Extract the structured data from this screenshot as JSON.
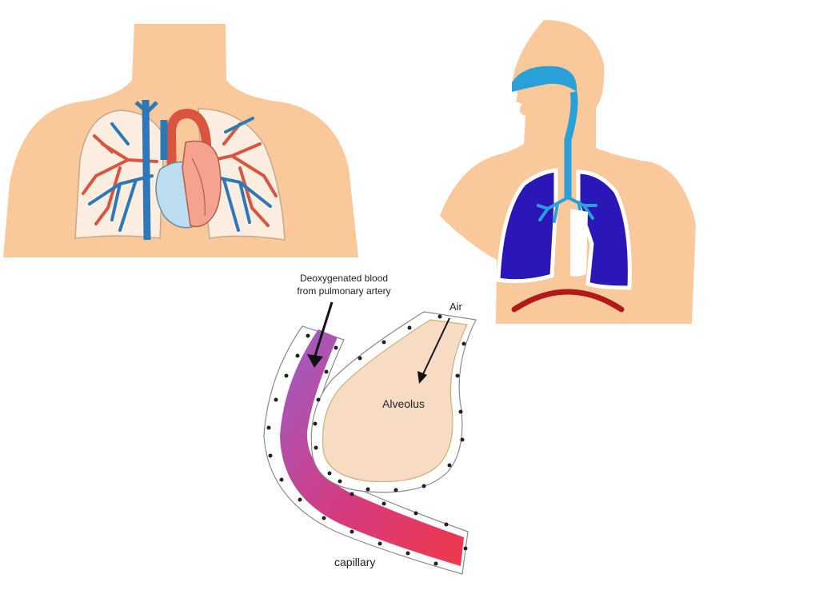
{
  "colors": {
    "skin": "#f9c89b",
    "vein_blue": "#2f78b8",
    "artery_red": "#d9553f",
    "heart_pink": "#f4a38e",
    "heart_blue": "#bcdcf0",
    "lung_bg": "#fbeee1",
    "lung_navy": "#2b16b8",
    "airway_cyan": "#2aa0d8",
    "diaphragm_red": "#b21a1a",
    "alveolus_fill": "#f7dcc3",
    "capillary_purple": "#9b5fc8",
    "capillary_red": "#f0384a"
  },
  "alveolus_diagram": {
    "blood_label_line1": "Deoxygenated blood",
    "blood_label_line2": "from pulmonary artery",
    "air_label": "Air",
    "alveolus_label": "Alveolus",
    "capillary_label": "capillary"
  }
}
